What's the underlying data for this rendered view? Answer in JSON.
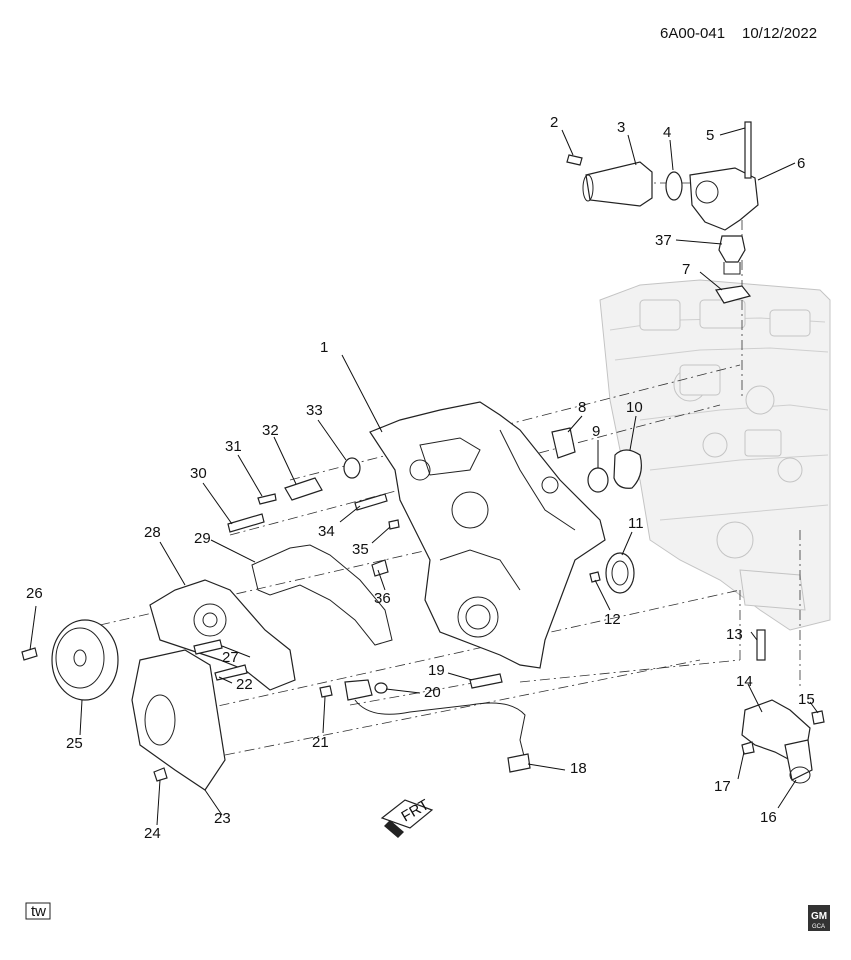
{
  "header": {
    "diagram_code": "6A00-041",
    "date": "10/12/2022"
  },
  "callouts": [
    "1",
    "2",
    "3",
    "4",
    "5",
    "6",
    "7",
    "8",
    "9",
    "10",
    "11",
    "12",
    "13",
    "14",
    "15",
    "16",
    "17",
    "18",
    "19",
    "20",
    "21",
    "22",
    "23",
    "24",
    "25",
    "26",
    "27",
    "28",
    "29",
    "30",
    "31",
    "32",
    "33",
    "34",
    "35",
    "36",
    "37"
  ],
  "direction_label": "FRT",
  "corner_badge": "tw",
  "logo": {
    "text_top": "GM",
    "text_bottom": "GCA"
  }
}
